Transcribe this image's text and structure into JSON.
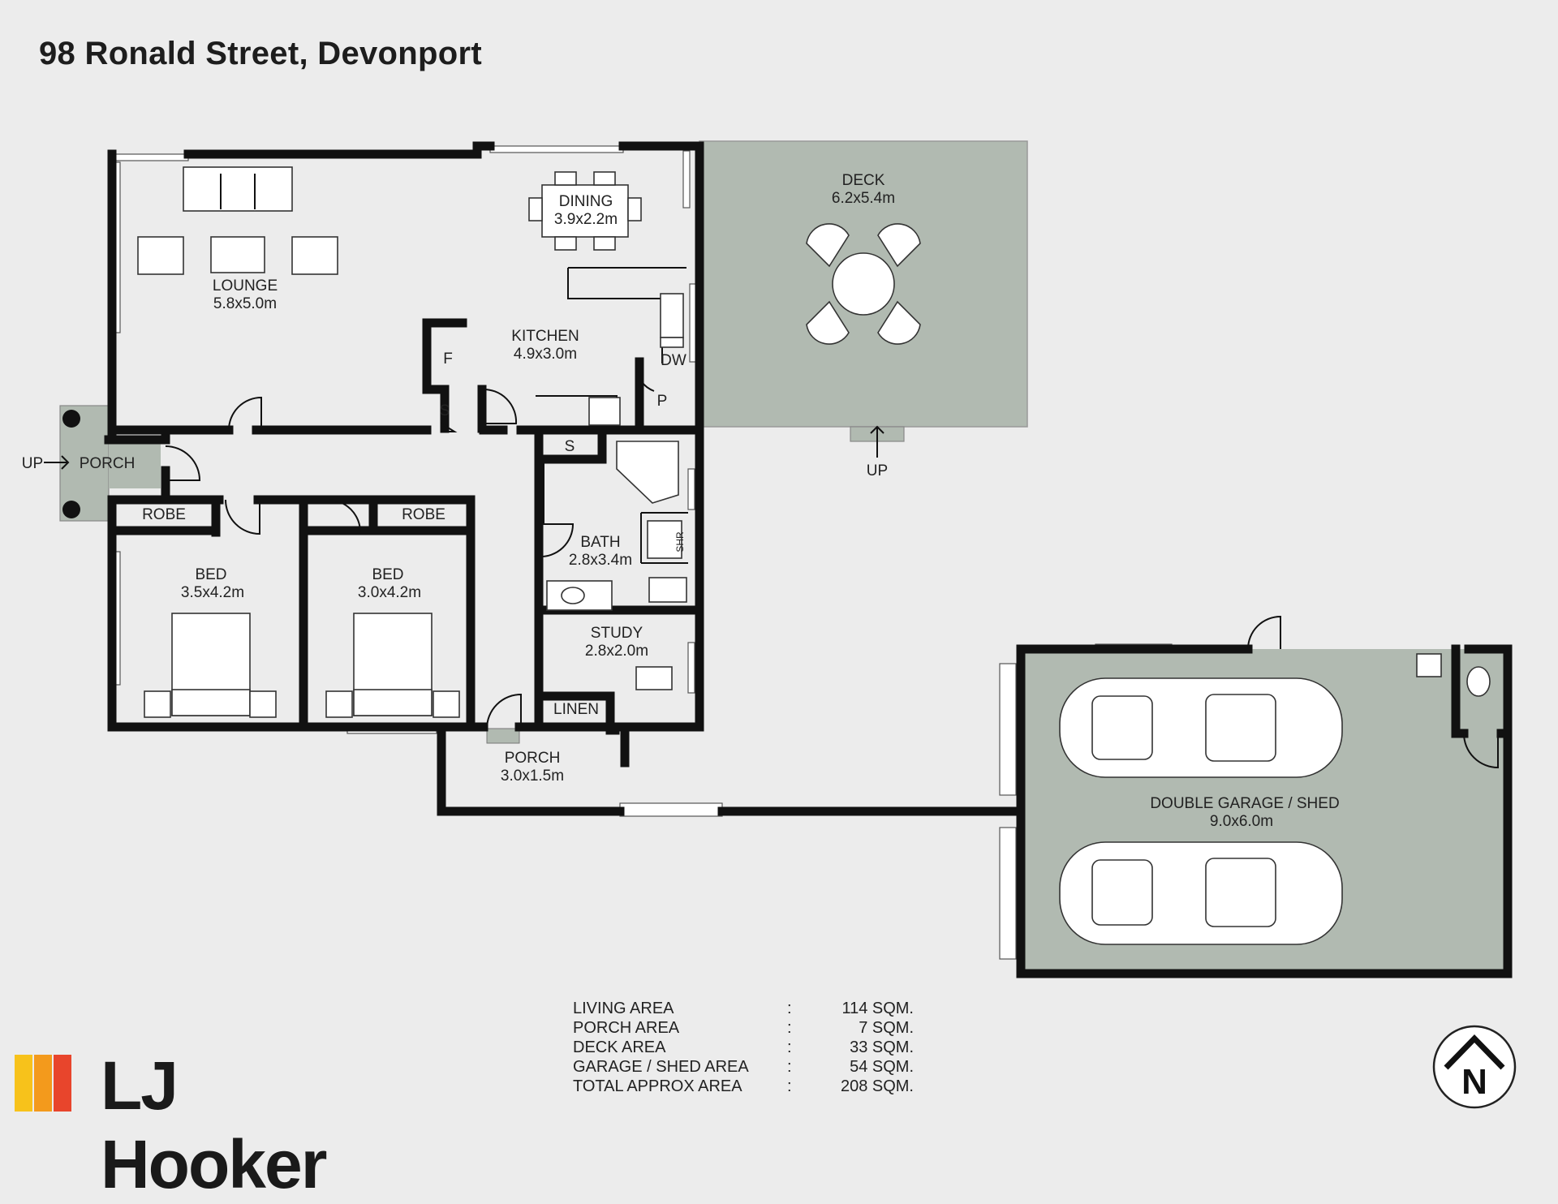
{
  "title": "98 Ronald Street, Devonport",
  "rooms": {
    "deck": {
      "name": "DECK",
      "size": "6.2x5.4m"
    },
    "dining": {
      "name": "DINING",
      "size": "3.9x2.2m"
    },
    "lounge": {
      "name": "LOUNGE",
      "size": "5.8x5.0m"
    },
    "kitchen": {
      "name": "KITCHEN",
      "size": "4.9x3.0m"
    },
    "bath": {
      "name": "BATH",
      "size": "2.8x3.4m"
    },
    "study": {
      "name": "STUDY",
      "size": "2.8x2.0m"
    },
    "bed1": {
      "name": "BED",
      "size": "3.5x4.2m"
    },
    "bed2": {
      "name": "BED",
      "size": "3.0x4.2m"
    },
    "porch_front": {
      "name": "PORCH",
      "size": "3.0x1.5m"
    },
    "porch_side": {
      "name": "PORCH"
    },
    "garage": {
      "name": "DOUBLE GARAGE / SHED",
      "size": "9.0x6.0m"
    }
  },
  "labels": {
    "robe": "ROBE",
    "linen": "LINEN",
    "fridge": "F",
    "store": "S",
    "pantry": "P",
    "dishwasher": "DW",
    "shower": "SHR",
    "up": "UP"
  },
  "areas": [
    {
      "name": "LIVING AREA",
      "sep": ":",
      "value": "114 SQM."
    },
    {
      "name": "PORCH AREA",
      "sep": ":",
      "value": "7 SQM."
    },
    {
      "name": "DECK AREA",
      "sep": ":",
      "value": "33 SQM."
    },
    {
      "name": "GARAGE / SHED AREA",
      "sep": ":",
      "value": "54 SQM."
    },
    {
      "name": "TOTAL APPROX AREA",
      "sep": ":",
      "value": "208 SQM."
    }
  ],
  "brand": {
    "name": "LJ Hooker",
    "colors": [
      "#f7c21b",
      "#f39a1c",
      "#e8452c"
    ]
  },
  "compass": {
    "letter": "N",
    "icon": "north-arrow-icon"
  },
  "colors": {
    "background": "#ececec",
    "outdoor": "#b1bab1",
    "wall": "#111111"
  }
}
